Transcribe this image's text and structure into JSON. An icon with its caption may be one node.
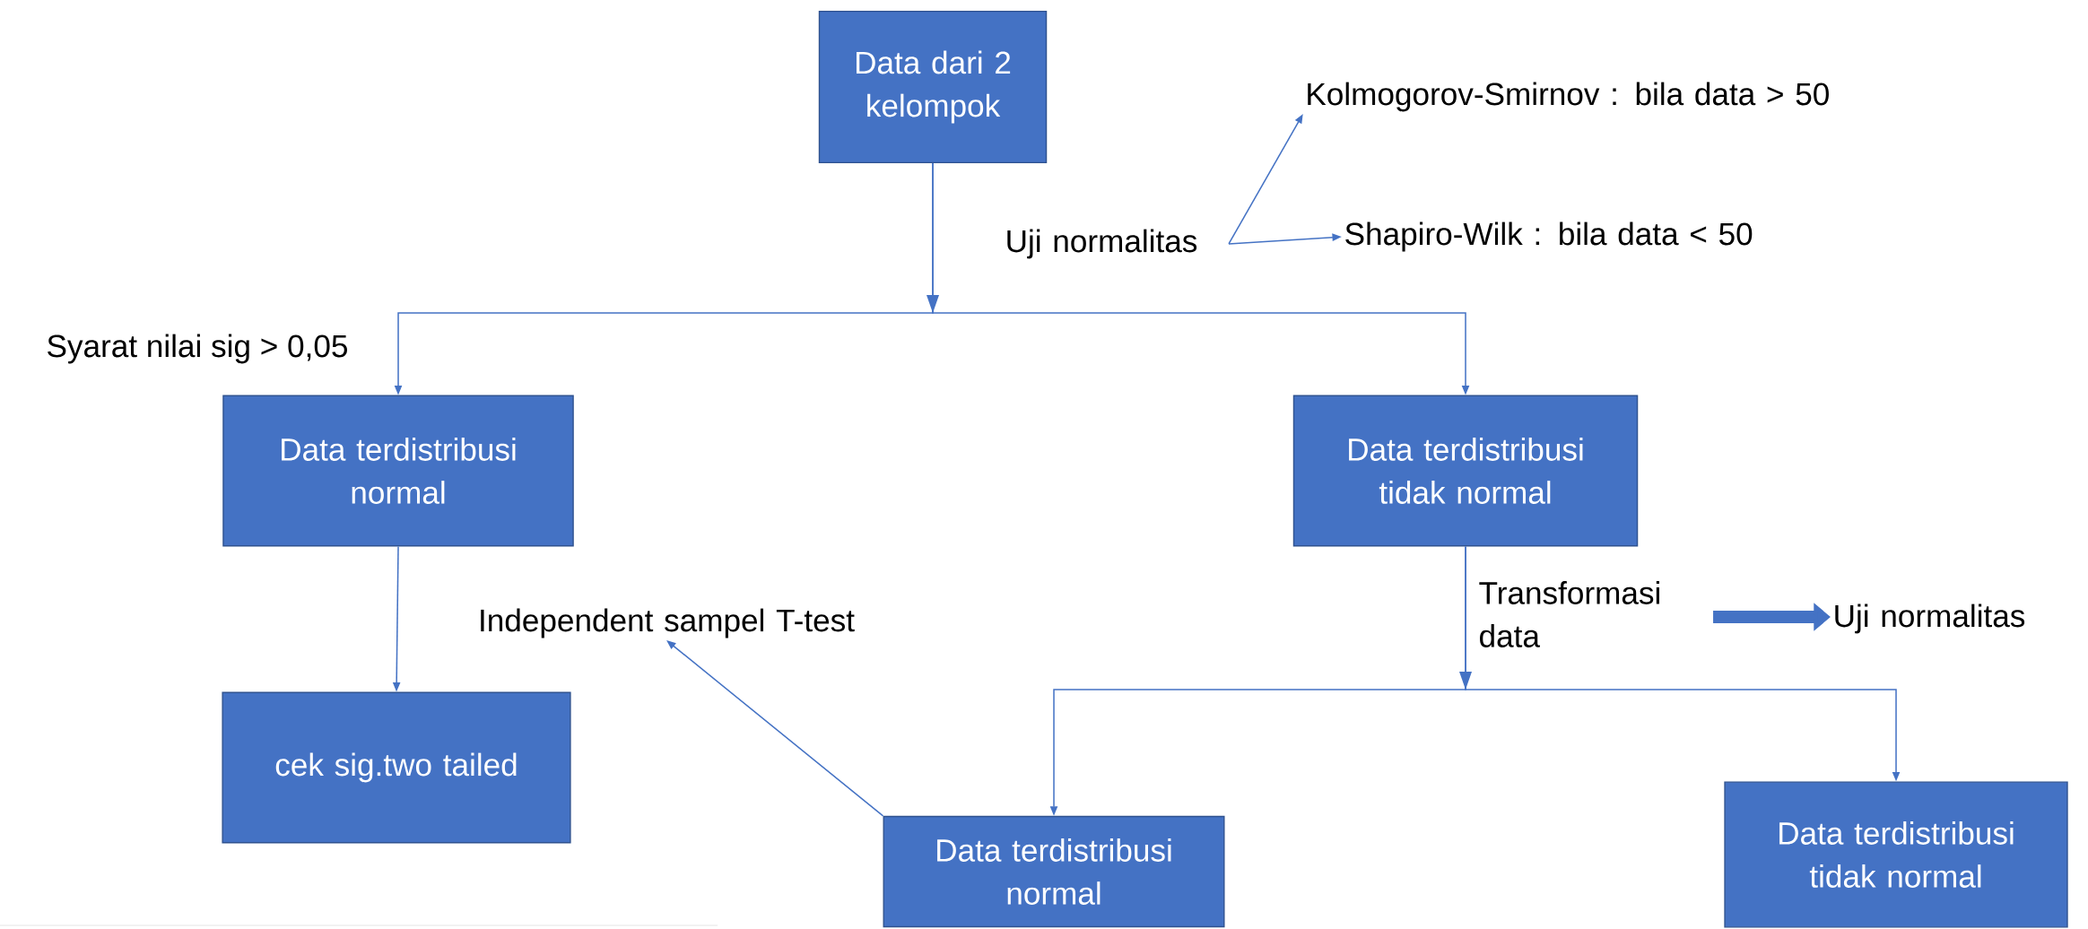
{
  "diagram": {
    "nodes": [
      {
        "text": [
          "Data dari 2 kelompok"
        ]
      },
      {
        "text": [
          "Uji normalitas"
        ]
      },
      {
        "text": [
          "Kolmogorov-Smirnov : bila data > 50"
        ]
      },
      {
        "text": [
          "Shapiro-Wilk : bila data < 50"
        ]
      },
      {
        "text": [
          "Data terdistribusi normal"
        ]
      },
      {
        "text": [
          "Data terdistribusi tidak normal"
        ]
      },
      {
        "text": [
          "cek sig.two tailed"
        ]
      },
      {
        "text": [
          "Independent sampel T-test"
        ]
      },
      {
        "text": [
          "Transformasi data"
        ]
      },
      {
        "text": [
          "Uji normalitas"
        ]
      },
      {
        "text": [
          "Data terdistribusi normal"
        ]
      },
      {
        "text": [
          "Data terdistribusi tidak normal"
        ]
      }
    ],
    "edges": [
      {
        "from": 0,
        "to": 4,
        "arrow": "to"
      },
      {
        "from": 0,
        "to": 5,
        "arrow": "to"
      },
      {
        "from": 1,
        "to": 2,
        "arrow": "to"
      },
      {
        "from": 1,
        "to": 3,
        "arrow": "to"
      },
      {
        "from": 4,
        "to": 6,
        "arrow": "to"
      },
      {
        "from": 5,
        "to": 10,
        "arrow": "to"
      },
      {
        "from": 5,
        "to": 11,
        "arrow": "to"
      },
      {
        "from": 10,
        "to": 7,
        "arrow": "to"
      },
      {
        "from": 8,
        "to": 9,
        "arrow": "to",
        "style": "thick"
      }
    ],
    "labels": [
      "Syarat nilai sig > 0,05"
    ]
  }
}
